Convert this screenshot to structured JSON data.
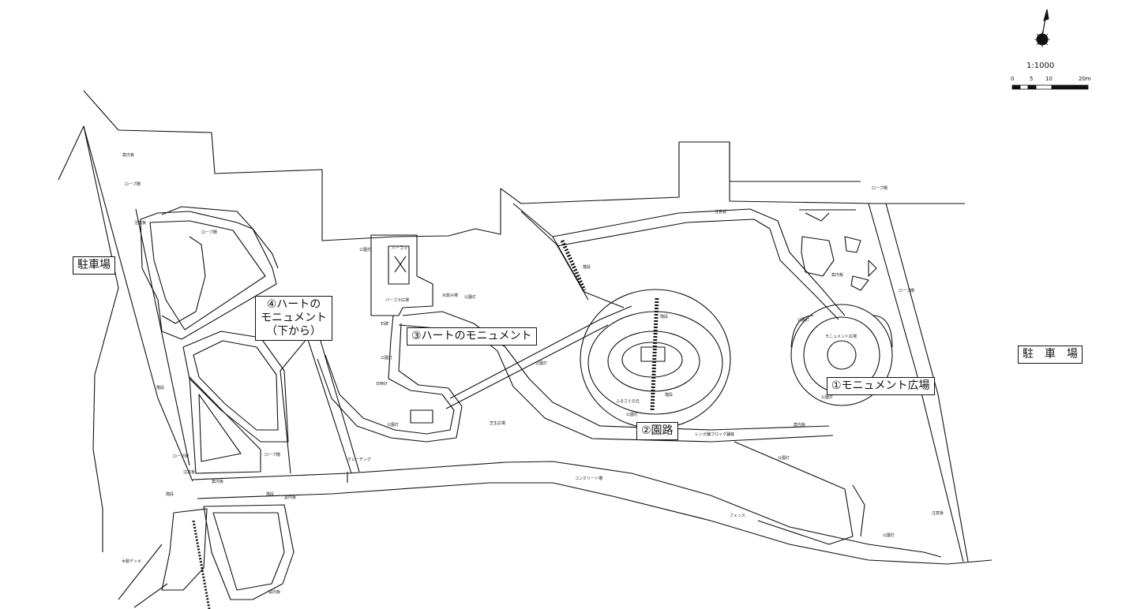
{
  "scale": {
    "ratio": "1:1000",
    "ticks": [
      "0",
      "5",
      "10",
      "20m"
    ]
  },
  "labels": {
    "parking_left": "駐車場",
    "parking_right": "駐　車　場",
    "monument_plaza": "①モニュメント広場",
    "path": "②園路",
    "heart_monument": "③ハートのモニュメント",
    "heart_monument_below_l1": "④ハートの",
    "heart_monument_below_l2": "モニュメント",
    "heart_monument_below_l3": "（下から）"
  },
  "small_labels": {
    "rope_fence": "ロープ柵",
    "stairs": "階段",
    "park_light": "公園灯",
    "guide_board": "案内板",
    "notice_board": "注意板",
    "pergola": "パーゴラ",
    "pergola_plaza": "パーゴラ広場",
    "monument_plaza_small": "モニュメント広場",
    "brick_paving": "レンガ舗ブロック舗装",
    "concrete_fence": "コンクリート柵",
    "grating": "グレーチング",
    "drinking_fountain": "水飲み場",
    "sundial": "日時計",
    "stone_monument": "石碑",
    "wooden_deck": "木製デッキ",
    "fence": "フェンス",
    "hill": "ふるさとの丘",
    "lawn": "芝生広場"
  }
}
